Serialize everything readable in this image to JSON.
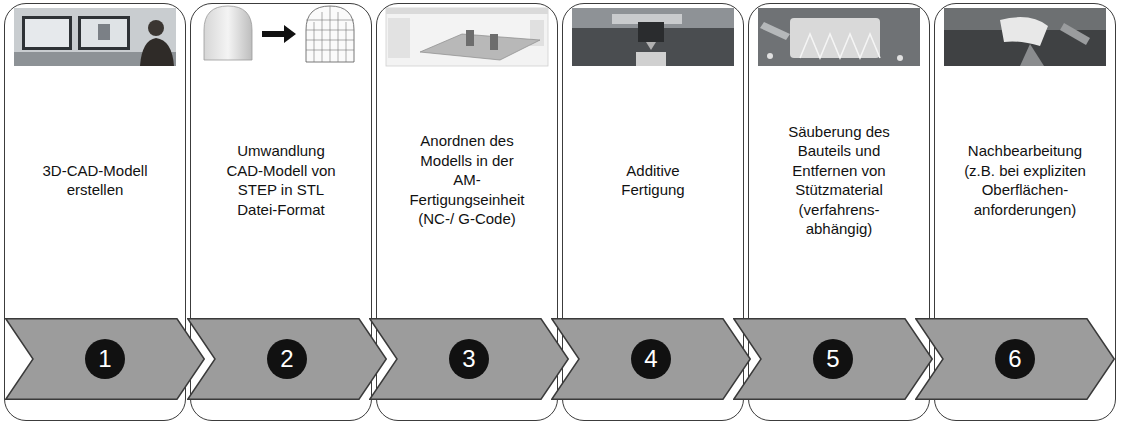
{
  "diagram": {
    "nodes": [
      {
        "text": [
          "3D-CAD-Modell erstellen"
        ]
      },
      {
        "text": [
          "Umwandlung CAD-Modell von STEP in STL Datei-Format"
        ]
      },
      {
        "text": [
          "Anordnen des Modells in der AM- Fertigungseinheit (NC-/ G-Code)"
        ]
      },
      {
        "text": [
          "Additive Fertigung"
        ]
      },
      {
        "text": [
          "Säuberung des Bauteils und Entfernen von Stützmaterial (verfahrens- abhängig)"
        ]
      },
      {
        "text": [
          "Nachbearbeitung (z.B. bei expliziten Oberflächen- anforderungen)"
        ]
      },
      {
        "text": [
          "1"
        ]
      },
      {
        "text": [
          "2"
        ]
      },
      {
        "text": [
          "3"
        ]
      },
      {
        "text": [
          "4"
        ]
      },
      {
        "text": [
          "5"
        ]
      },
      {
        "text": [
          "6"
        ]
      }
    ]
  }
}
